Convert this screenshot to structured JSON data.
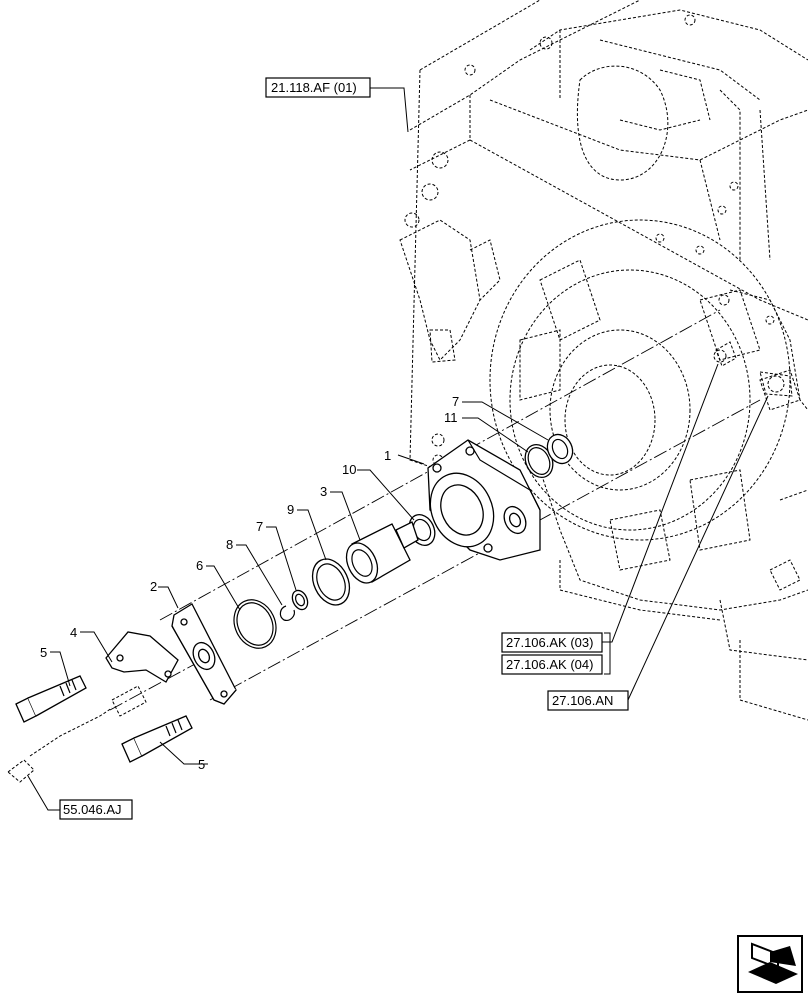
{
  "references": {
    "transmission_housing": "21.118.AF (01)",
    "ref_ak_03": "27.106.AK (03)",
    "ref_ak_04": "27.106.AK (04)",
    "ref_an": "27.106.AN",
    "ref_sensor": "55.046.AJ"
  },
  "callouts": {
    "c1": "1",
    "c2": "2",
    "c3": "3",
    "c4": "4",
    "c5_top": "5",
    "c5_bottom": "5",
    "c6": "6",
    "c7_top": "7",
    "c7_mid": "7",
    "c8": "8",
    "c9": "9",
    "c10": "10",
    "c11": "11"
  },
  "icons": {
    "nav": "book-arrow-icon"
  }
}
